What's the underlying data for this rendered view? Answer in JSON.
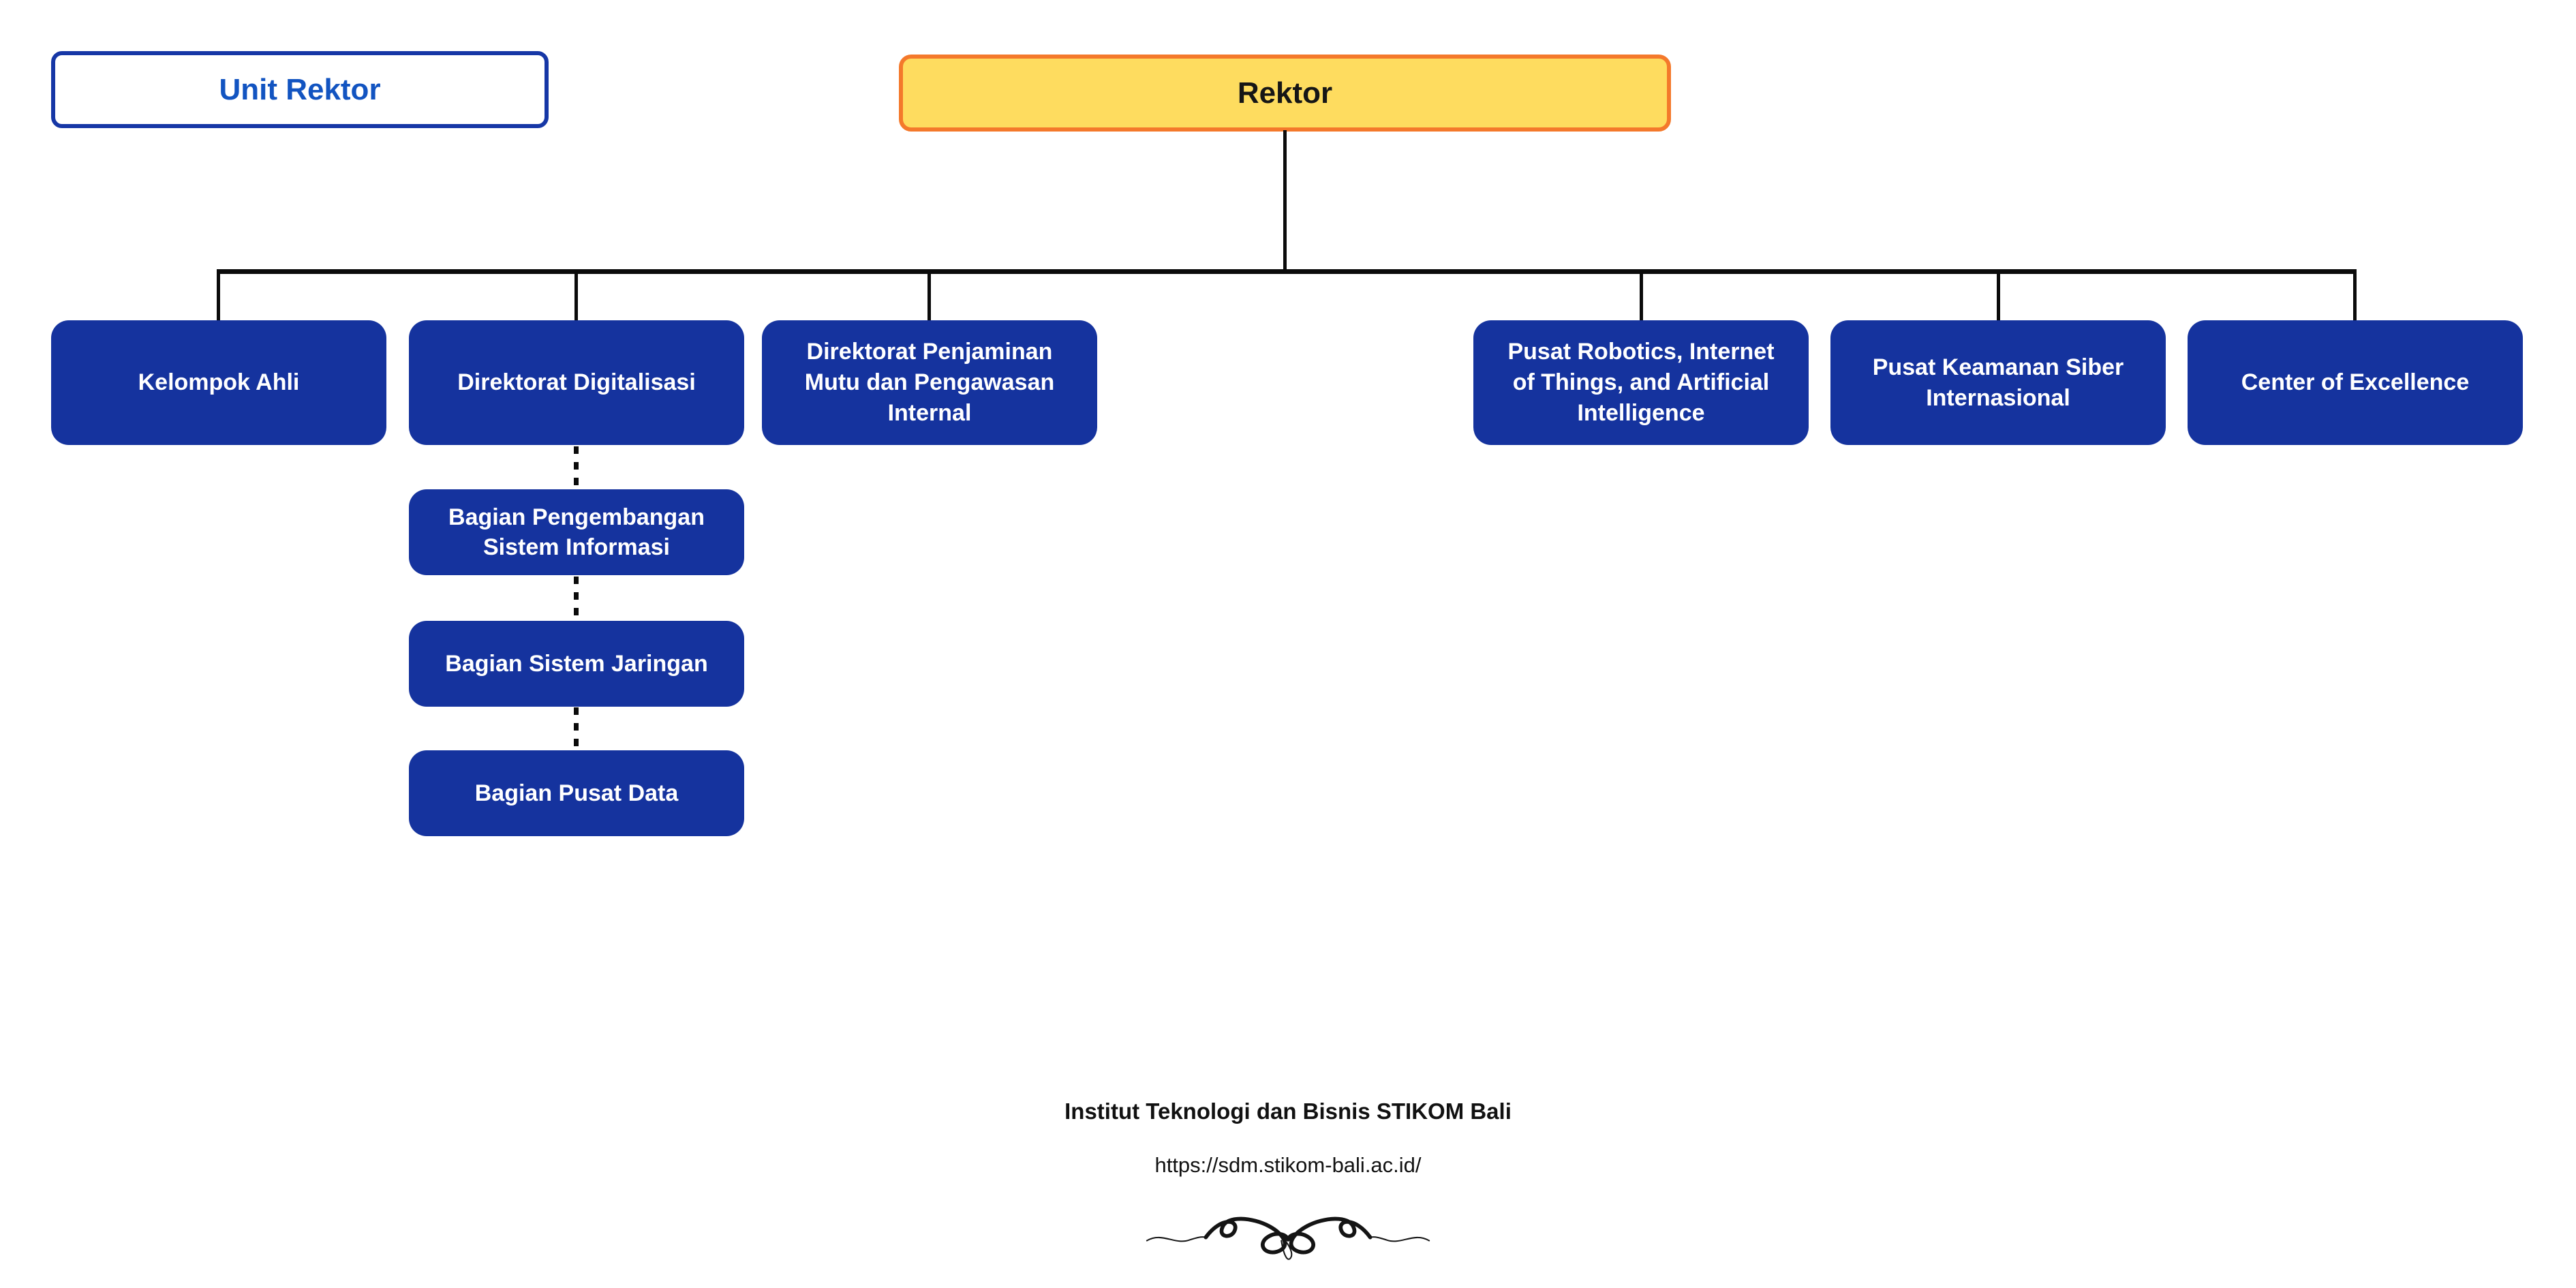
{
  "legend": {
    "label": "Unit Rektor"
  },
  "root": {
    "label": "Rektor"
  },
  "level1": [
    {
      "label": "Kelompok Ahli"
    },
    {
      "label": "Direktorat Digitalisasi"
    },
    {
      "label": "Direktorat Penjaminan\nMutu dan Pengawasan\nInternal"
    },
    {
      "label": "Pusat Robotics, Internet\nof Things, and Artificial\nIntelligence"
    },
    {
      "label": "Pusat Keamanan Siber\nInternasional"
    },
    {
      "label": "Center of Excellence"
    }
  ],
  "sub_units": [
    {
      "label": "Bagian Pengembangan\nSistem Informasi"
    },
    {
      "label": "Bagian Sistem Jaringan"
    },
    {
      "label": "Bagian Pusat Data"
    }
  ],
  "footer": {
    "institution": "Institut Teknologi dan Bisnis STIKOM Bali",
    "website": "https://sdm.stikom-bali.ac.id/"
  },
  "colors": {
    "box_blue": "#15339E",
    "root_fill": "#FEDC5F",
    "root_border": "#F4792B",
    "legend_border": "#1637A6",
    "legend_text": "#1254C1",
    "connector": "#0b0b0b"
  }
}
